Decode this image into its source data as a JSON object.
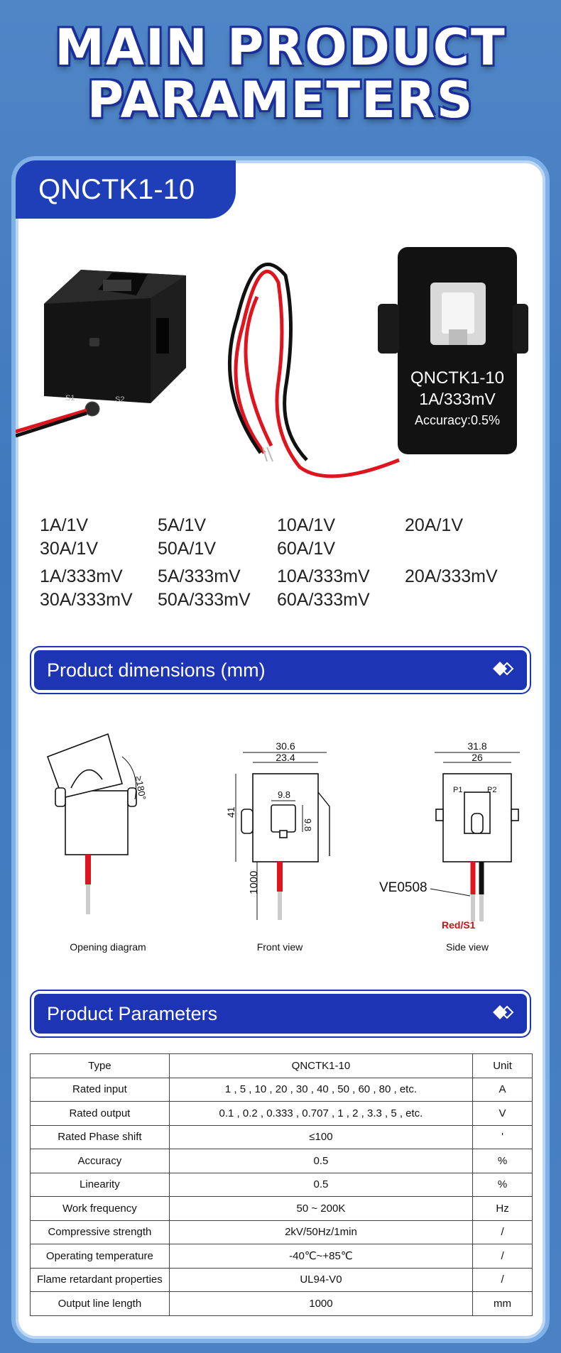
{
  "hero": {
    "line1": "MAIN PRODUCT",
    "line2": "PARAMETERS"
  },
  "model_tab": "QNCTK1-10",
  "product_label": {
    "model": "QNCTK1-10",
    "rating": "1A/333mV",
    "accuracy": "Accuracy:0.5%"
  },
  "product_terminals": {
    "s1": "S1",
    "s2": "S2"
  },
  "ratings": {
    "row1": [
      "1A/1V",
      "5A/1V",
      "10A/1V",
      "20A/1V"
    ],
    "row2": [
      "30A/1V",
      "50A/1V",
      "60A/1V"
    ],
    "row3": [
      "1A/333mV",
      "5A/333mV",
      "10A/333mV",
      "20A/333mV"
    ],
    "row4": [
      "30A/333mV",
      "50A/333mV",
      "60A/333mV"
    ]
  },
  "dimensions_section": {
    "title": "Product dimensions (mm)"
  },
  "diagrams": {
    "opening": {
      "caption": "Opening diagram",
      "angle": "≥180°"
    },
    "front": {
      "caption": "Front view",
      "width_outer": "30.6",
      "width_inner": "23.4",
      "window_w": "9.8",
      "window_h": "9.8",
      "height": "41",
      "lead": "1000"
    },
    "side": {
      "caption": "Side view",
      "width_outer": "31.8",
      "width_inner": "26",
      "p1": "P1",
      "p2": "P2",
      "cable": "VE0508",
      "wire": "Red/S1"
    }
  },
  "params_section": {
    "title": "Product Parameters"
  },
  "params_table": {
    "rows": [
      [
        "Type",
        "QNCTK1-10",
        "Unit"
      ],
      [
        "Rated input",
        "1 , 5 , 10 , 20 , 30 , 40 , 50 , 60 , 80 , etc.",
        "A"
      ],
      [
        "Rated output",
        "0.1 , 0.2 , 0.333 , 0.707 , 1 , 2 , 3.3 , 5 , etc.",
        "V"
      ],
      [
        "Rated Phase shift",
        "≤100",
        "'"
      ],
      [
        "Accuracy",
        "0.5",
        "%"
      ],
      [
        "Linearity",
        "0.5",
        "%"
      ],
      [
        "Work frequency",
        "50 ~ 200K",
        "Hz"
      ],
      [
        "Compressive strength",
        "2kV/50Hz/1min",
        "/"
      ],
      [
        "Operating temperature",
        "-40℃~+85℃",
        "/"
      ],
      [
        "Flame retardant properties",
        "UL94-V0",
        "/"
      ],
      [
        "Output line length",
        "1000",
        "mm"
      ]
    ]
  },
  "colors": {
    "brand_blue": "#1d34b4",
    "background": "#4a82c4",
    "card_border": "#7fb0e6",
    "wire_red": "#e0141e"
  }
}
